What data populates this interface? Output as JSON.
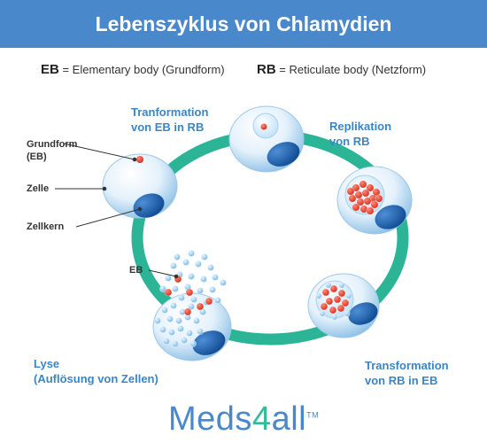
{
  "header": {
    "title": "Lebenszyklus von Chlamydien"
  },
  "legend": {
    "eb_abbr": "EB",
    "eb_text": "= Elementary body (Grundform)",
    "rb_abbr": "RB",
    "rb_text": "= Reticulate body (Netzform)"
  },
  "stages": {
    "transform_eb_rb": [
      "Tranformation",
      "von EB in RB"
    ],
    "replication": [
      "Replikation",
      "von RB"
    ],
    "transform_rb_eb": [
      "Transformation",
      "von RB in EB"
    ],
    "lysis": [
      "Lyse",
      "(Auflösung von Zellen)"
    ]
  },
  "callouts": {
    "grundform": [
      "Grundform",
      "(EB)"
    ],
    "zelle": "Zelle",
    "zellkern": "Zellkern",
    "eb": "EB"
  },
  "brand": {
    "part1": "Meds",
    "part2": "4",
    "part3": "all",
    "tm": "TM"
  },
  "colors": {
    "header_bg": "#4a88cc",
    "stage_label": "#3a86c8",
    "cycle_ring": "#2bb596",
    "rb_particle": "#e84a3a",
    "eb_particle": "#9fd0f2",
    "nucleus": "#1a5ea8"
  }
}
